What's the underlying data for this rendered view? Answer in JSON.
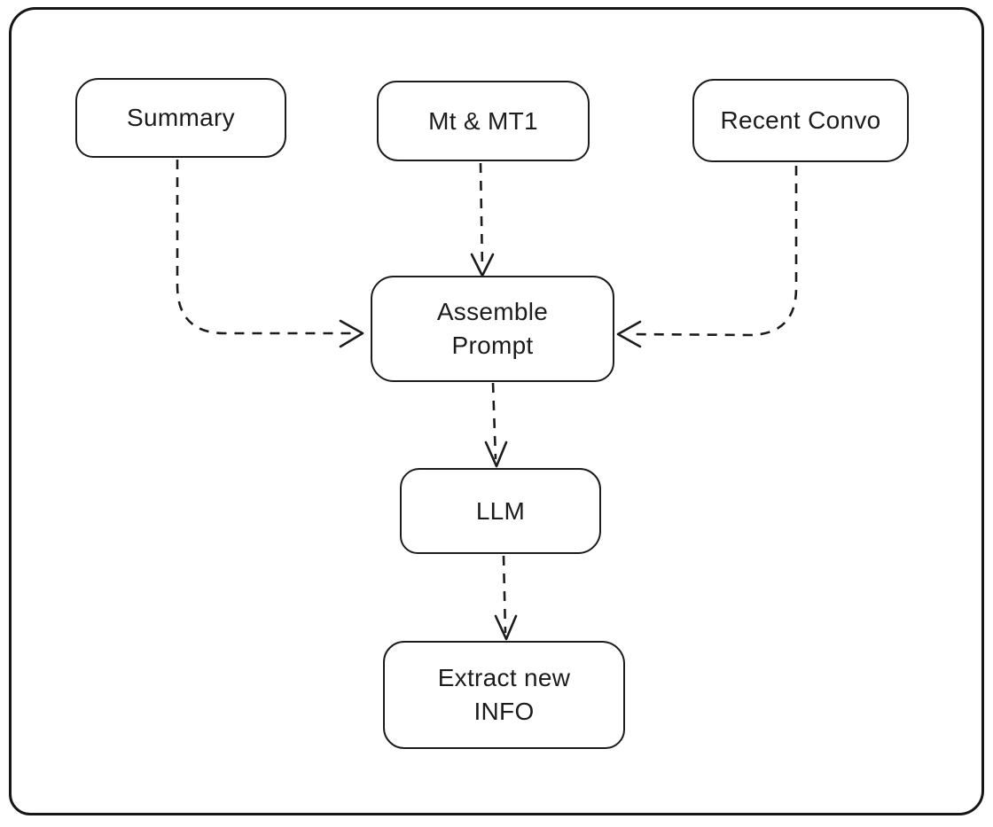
{
  "colors": {
    "stroke": "#1c1c1c",
    "background": "#ffffff"
  },
  "nodes": {
    "summary": {
      "label": "Summary"
    },
    "mt_mt1": {
      "label": "Mt & MT1"
    },
    "recent_convo": {
      "label": "Recent Convo"
    },
    "assemble_prompt": {
      "line1": "Assemble",
      "line2": "Prompt"
    },
    "llm": {
      "label": "LLM"
    },
    "extract_info": {
      "line1": "Extract new",
      "line2": "INFO"
    }
  },
  "edges": [
    {
      "from": "Summary",
      "to": "Assemble Prompt",
      "style": "dashed-arrow"
    },
    {
      "from": "Mt & MT1",
      "to": "Assemble Prompt",
      "style": "dashed-arrow"
    },
    {
      "from": "Recent Convo",
      "to": "Assemble Prompt",
      "style": "dashed-arrow"
    },
    {
      "from": "Assemble Prompt",
      "to": "LLM",
      "style": "dashed-arrow"
    },
    {
      "from": "LLM",
      "to": "Extract new INFO",
      "style": "dashed-arrow"
    }
  ]
}
